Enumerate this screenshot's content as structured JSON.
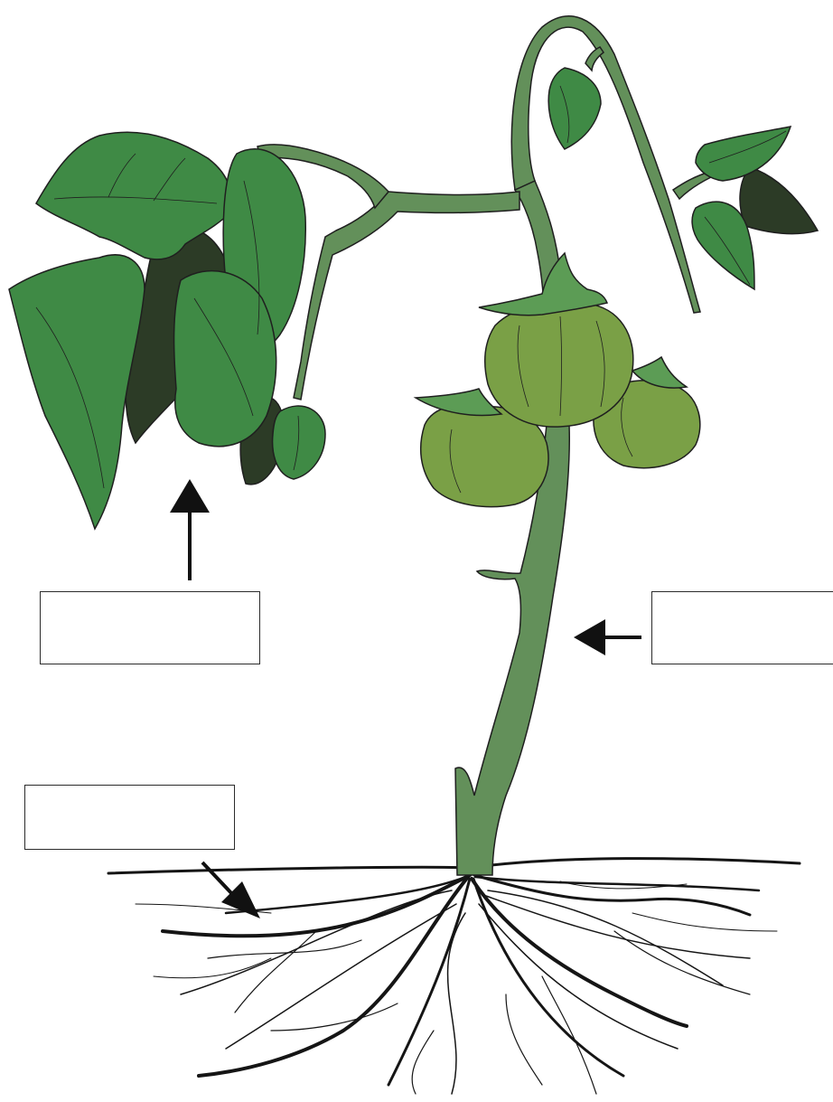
{
  "diagram": {
    "subject": "tomato-plant",
    "colors": {
      "leaf": "#3f8a45",
      "leaf_shadow": "#2c3b26",
      "stem": "#63905a",
      "tomato": "#7aa046",
      "sepal": "#5c9c55",
      "outline": "#1f1f1f",
      "root": "#151515"
    },
    "labels": [
      {
        "id": "leaves",
        "text": ""
      },
      {
        "id": "stem",
        "text": ""
      },
      {
        "id": "roots",
        "text": ""
      }
    ]
  }
}
